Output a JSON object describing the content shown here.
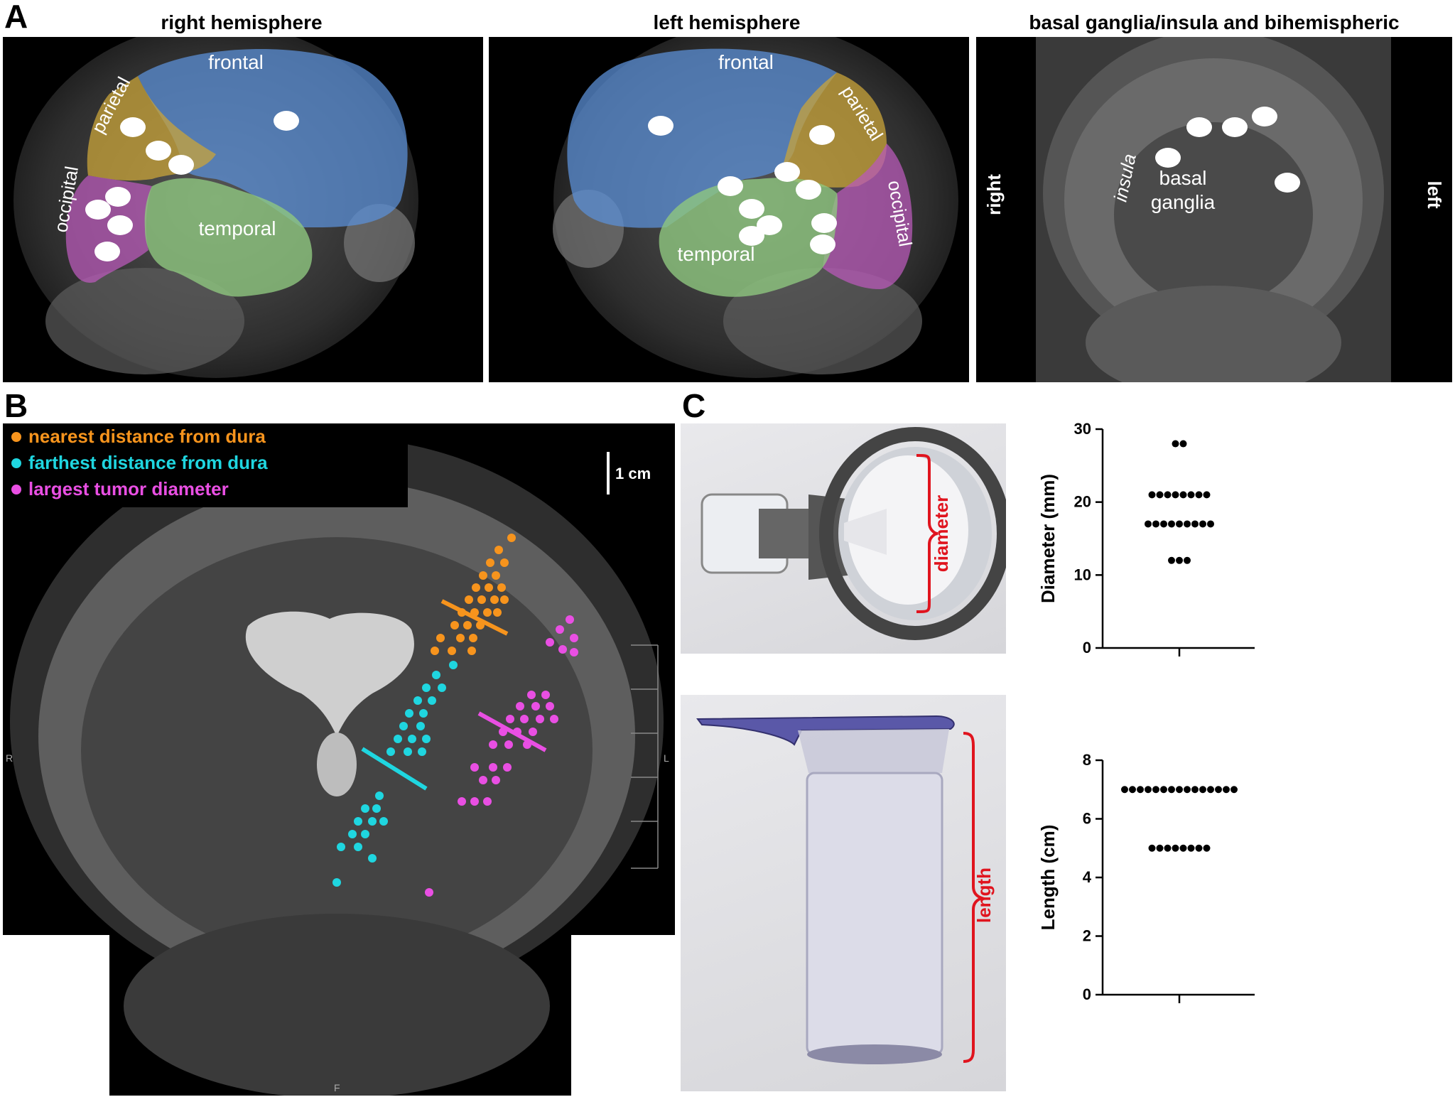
{
  "panels": {
    "A": {
      "letter": "A",
      "right_title": "right hemisphere",
      "left_title": "left hemisphere",
      "coronal_title": "basal ganglia/insula and bihemispheric",
      "right_lobes": {
        "frontal": "frontal",
        "parietal": "parietal",
        "occipital": "occipital",
        "temporal": "temporal"
      },
      "left_lobes": {
        "frontal": "frontal",
        "parietal": "parietal",
        "occipital": "occipital",
        "temporal": "temporal"
      },
      "coronal_labels": {
        "insula": "insula",
        "basal_ganglia_1": "basal",
        "basal_ganglia_2": "ganglia",
        "side_right": "right",
        "side_left": "left"
      }
    },
    "B": {
      "letter": "B",
      "legend": [
        {
          "label": "nearest distance from dura",
          "color": "#f7941d"
        },
        {
          "label": "farthest distance from dura",
          "color": "#1fd6e0"
        },
        {
          "label": "largest tumor diameter",
          "color": "#e94fe3"
        }
      ],
      "scale_bar": "1 cm",
      "mri_markers": {
        "r": "R",
        "l": "L",
        "f": "F"
      }
    },
    "C": {
      "letter": "C",
      "diameter_label": "diameter",
      "length_label": "length"
    }
  },
  "colors": {
    "frontal": "#5b8fd6",
    "parietal": "#c9a43a",
    "occipital": "#b85ab8",
    "temporal": "#8fc77f",
    "orange": "#f7941d",
    "cyan": "#1fd6e0",
    "magenta": "#e94fe3",
    "red_bracket": "#e0141e"
  },
  "chart_data": [
    {
      "type": "scatter",
      "title": "",
      "xlabel": "",
      "ylabel": "Diameter (mm)",
      "ylim": [
        0,
        30
      ],
      "yticks": [
        "0",
        "10",
        "20",
        "30"
      ],
      "points": [
        {
          "y": 28,
          "n": 2
        },
        {
          "y": 21,
          "n": 8
        },
        {
          "y": 17,
          "n": 9
        },
        {
          "y": 12,
          "n": 3
        }
      ]
    },
    {
      "type": "scatter",
      "title": "",
      "xlabel": "",
      "ylabel": "Length (cm)",
      "ylim": [
        0,
        8
      ],
      "yticks": [
        "0",
        "2",
        "4",
        "6",
        "8"
      ],
      "points": [
        {
          "y": 7,
          "n": 15
        },
        {
          "y": 5,
          "n": 8
        }
      ]
    }
  ]
}
